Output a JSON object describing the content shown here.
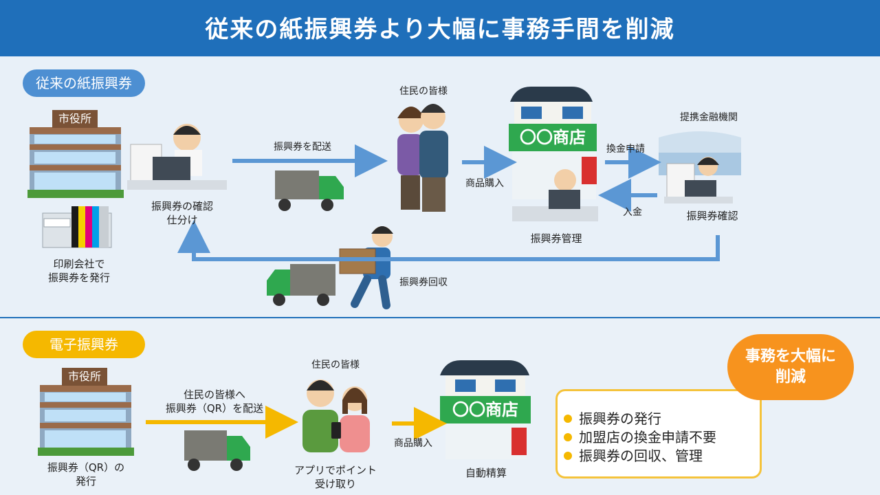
{
  "header": {
    "title": "従来の紙振興券より大幅に事務手間を削減"
  },
  "paper": {
    "section_label": "従来の紙振興券",
    "city_hall_sign": "市役所",
    "printing_caption_1": "印刷会社で",
    "printing_caption_2": "振興券を発行",
    "check_caption_1": "振興券の確認",
    "check_caption_2": "仕分け",
    "deliver_caption": "振興券を配送",
    "residents_caption": "住民の皆様",
    "purchase_caption": "商品購入",
    "shop_sign": "〇〇商店",
    "shop_caption": "振興券管理",
    "exchange_caption": "換金申請",
    "deposit_caption": "入金",
    "bank_caption": "提携金融機関",
    "bank_check_caption": "振興券確認",
    "collect_caption": "振興券回収"
  },
  "digital": {
    "section_label": "電子振興券",
    "city_hall_sign": "市役所",
    "issue_caption_1": "振興券（QR）の",
    "issue_caption_2": "発行",
    "deliver_caption_1": "住民の皆様へ",
    "deliver_caption_2": "振興券（QR）を配送",
    "residents_caption": "住民の皆様",
    "app_caption_1": "アプリでポイント",
    "app_caption_2": "受け取り",
    "purchase_caption": "商品購入",
    "shop_sign": "〇〇商店",
    "shop_caption": "自動精算"
  },
  "callout": {
    "burst_line_1": "事務を大幅に",
    "burst_line_2": "削減",
    "bullets": [
      "振興券の発行",
      "加盟店の換金申請不要",
      "振興券の回収、管理"
    ]
  },
  "colors": {
    "header_blue": "#1f6fba",
    "paper_pill": "#4d8fd2",
    "digital_pill": "#f5b800",
    "paper_arrow": "#5b97d4",
    "digital_arrow": "#f5b800",
    "burst": "#f7931e",
    "shop_green": "#2fa84f"
  }
}
